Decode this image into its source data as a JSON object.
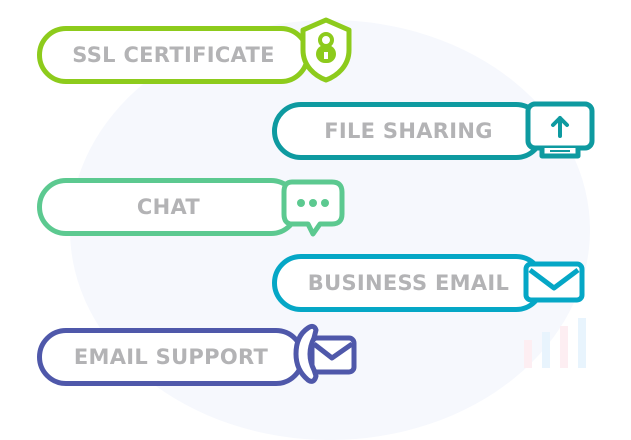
{
  "features": [
    {
      "label": "SSL CERTIFICATE",
      "icon": "shield-lock-icon",
      "color": "#8dcb1c"
    },
    {
      "label": "FILE SHARING",
      "icon": "monitor-upload-icon",
      "color": "#0e9aa0"
    },
    {
      "label": "CHAT",
      "icon": "chat-bubble-icon",
      "color": "#5cc990"
    },
    {
      "label": "BUSINESS EMAIL",
      "icon": "envelope-icon",
      "color": "#05a7c6"
    },
    {
      "label": "EMAIL SUPPORT",
      "icon": "phone-envelope-icon",
      "color": "#4f58aa"
    }
  ]
}
